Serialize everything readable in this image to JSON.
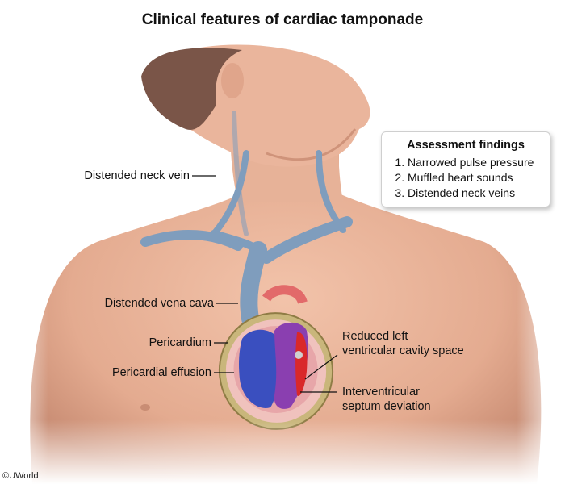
{
  "title": "Clinical features of cardiac tamponade",
  "labels": {
    "neck_vein": "Distended neck vein",
    "vena_cava": "Distended vena cava",
    "pericardium": "Pericardium",
    "effusion": "Pericardial effusion",
    "reduced_lv_1": "Reduced left",
    "reduced_lv_2": "ventricular cavity space",
    "septum_1": "Interventricular",
    "septum_2": "septum deviation"
  },
  "findings": {
    "heading": "Assessment findings",
    "items": [
      "Narrowed pulse pressure",
      "Muffled heart sounds",
      "Distended neck veins"
    ]
  },
  "copyright": "©UWorld",
  "colors": {
    "skin": "#eab59c",
    "skin_shadow": "#c98d74",
    "hair": "#7a5548",
    "vein": "#7f9dbd",
    "pericardium": "#c9b67b",
    "effusion": "#f0c2bd",
    "right_heart": "#3a4fbf",
    "left_heart": "#8a3fb0",
    "lv_cavity": "#d9282a"
  }
}
